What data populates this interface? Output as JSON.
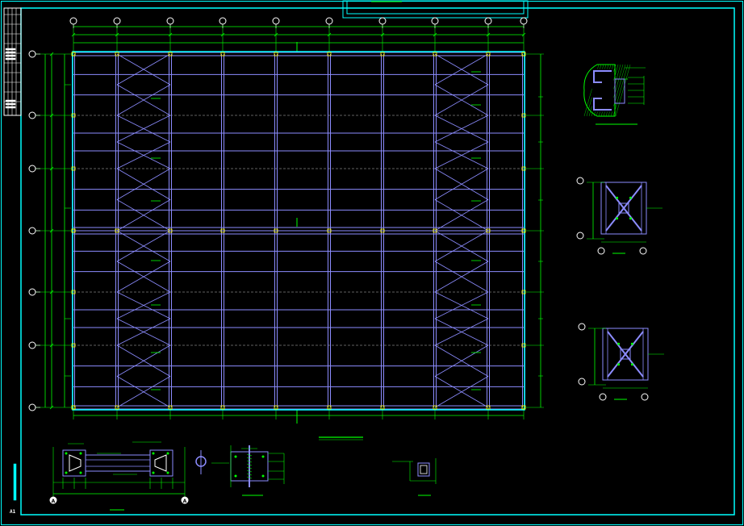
{
  "drawing": {
    "sheet_label": "A1",
    "axis_marks": [
      "A",
      "A"
    ],
    "colors": {
      "background": "#000000",
      "frame": "#00ffff",
      "beam": "#8c8cff",
      "dimension": "#00ff00",
      "column": "#ffff00",
      "axis": "#ffffff",
      "hatch": "#00c000",
      "centerline": "#c0c0c0"
    }
  }
}
